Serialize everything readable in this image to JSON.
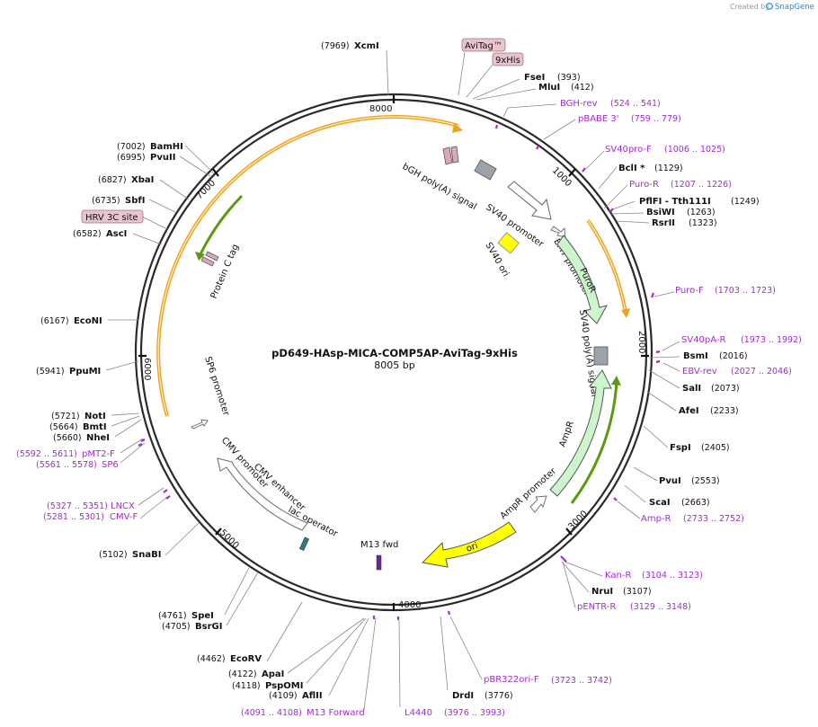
{
  "credit": {
    "created_by": "Created by",
    "brand": "SnapGene"
  },
  "plasmid": {
    "name": "pD649-HAsp-MICA-COMP5AP-AviTag-9xHis",
    "length": "8005 bp"
  },
  "ticks": [
    "1000",
    "2000",
    "3000",
    "4000",
    "5000",
    "6000",
    "7000",
    "8000"
  ],
  "tags": [
    "AviTag™",
    "9xHis",
    "HRV 3C site"
  ],
  "features": {
    "bgh": "bGH poly(A) signal",
    "sv40_promoter": "SV40 promoter",
    "em7": "EM7 promoter",
    "sv40_ori": "SV40 ori",
    "puror": "PuroR",
    "sv40_polya": "SV40 poly(A) signal",
    "ampr": "AmpR",
    "ampr_promoter": "AmpR promoter",
    "ori": "ori",
    "m13fwd": "M13 fwd",
    "lac": "lac operator",
    "cmv_enh": "CMV enhancer",
    "cmv_prom": "CMV promoter",
    "sp6": "SP6 promoter",
    "proteinc": "Protein C tag"
  },
  "enzymes_right": [
    {
      "name": "FseI",
      "pos": "(393)"
    },
    {
      "name": "MluI",
      "pos": "(412)"
    },
    {
      "name": "BclI *",
      "pos": "(1129)"
    },
    {
      "name": "PflFI - Tth111I",
      "pos": "(1249)"
    },
    {
      "name": "BsiWI",
      "pos": "(1263)"
    },
    {
      "name": "RsrII",
      "pos": "(1323)"
    },
    {
      "name": "BsmI",
      "pos": "(2016)"
    },
    {
      "name": "SalI",
      "pos": "(2073)"
    },
    {
      "name": "AfeI",
      "pos": "(2233)"
    },
    {
      "name": "FspI",
      "pos": "(2405)"
    },
    {
      "name": "PvuI",
      "pos": "(2553)"
    },
    {
      "name": "ScaI",
      "pos": "(2663)"
    },
    {
      "name": "NruI",
      "pos": "(3107)"
    },
    {
      "name": "DrdI",
      "pos": "(3776)"
    }
  ],
  "enzymes_left": [
    {
      "name": "XcmI",
      "pos": "(7969)"
    },
    {
      "name": "BamHI",
      "pos": "(7002)"
    },
    {
      "name": "PvuII",
      "pos": "(6995)"
    },
    {
      "name": "XbaI",
      "pos": "(6827)"
    },
    {
      "name": "SbfI",
      "pos": "(6735)"
    },
    {
      "name": "AscI",
      "pos": "(6582)"
    },
    {
      "name": "EcoNI",
      "pos": "(6167)"
    },
    {
      "name": "PpuMI",
      "pos": "(5941)"
    },
    {
      "name": "NotI",
      "pos": "(5721)"
    },
    {
      "name": "BmtI",
      "pos": "(5664)"
    },
    {
      "name": "NheI",
      "pos": "(5660)"
    },
    {
      "name": "SnaBI",
      "pos": "(5102)"
    },
    {
      "name": "SpeI",
      "pos": "(4761)"
    },
    {
      "name": "BsrGI",
      "pos": "(4705)"
    },
    {
      "name": "EcoRV",
      "pos": "(4462)"
    },
    {
      "name": "ApaI",
      "pos": "(4122)"
    },
    {
      "name": "PspOMI",
      "pos": "(4118)"
    },
    {
      "name": "AflII",
      "pos": "(4109)"
    }
  ],
  "primers_right": [
    {
      "name": "BGH-rev",
      "range": "(524 .. 541)"
    },
    {
      "name": "pBABE 3'",
      "range": "(759 .. 779)"
    },
    {
      "name": "SV40pro-F",
      "range": "(1006 .. 1025)"
    },
    {
      "name": "Puro-R",
      "range": "(1207 .. 1226)"
    },
    {
      "name": "Puro-F",
      "range": "(1703 .. 1723)"
    },
    {
      "name": "SV40pA-R",
      "range": "(1973 .. 1992)"
    },
    {
      "name": "EBV-rev",
      "range": "(2027 .. 2046)"
    },
    {
      "name": "Amp-R",
      "range": "(2733 .. 2752)"
    },
    {
      "name": "Kan-R",
      "range": "(3104 .. 3123)"
    },
    {
      "name": "pENTR-R",
      "range": "(3129 .. 3148)"
    },
    {
      "name": "pBR322ori-F",
      "range": "(3723 .. 3742)"
    },
    {
      "name": "L4440",
      "range": "(3976 .. 3993)"
    }
  ],
  "primers_left": [
    {
      "name": "pMT2-F",
      "range": "(5592 .. 5611)"
    },
    {
      "name": "SP6",
      "range": "(5561 .. 5578)"
    },
    {
      "name": "LNCX",
      "range": "(5327 .. 5351)"
    },
    {
      "name": "CMV-F",
      "range": "(5281 .. 5301)"
    },
    {
      "name": "M13 Forward",
      "range": "(4091 .. 4108)"
    }
  ],
  "colors": {
    "primer": "#a22bd6",
    "puror_fill": "#ccf5cc",
    "ori_fill": "#ffff00",
    "orange_arc": "#f0a020",
    "green_arc": "#5a9a10",
    "tag_fill": "#d9a9b8",
    "gray_box": "#9aa3ab",
    "teal_box": "#2f7a86",
    "purple_box": "#6a2a8a"
  }
}
